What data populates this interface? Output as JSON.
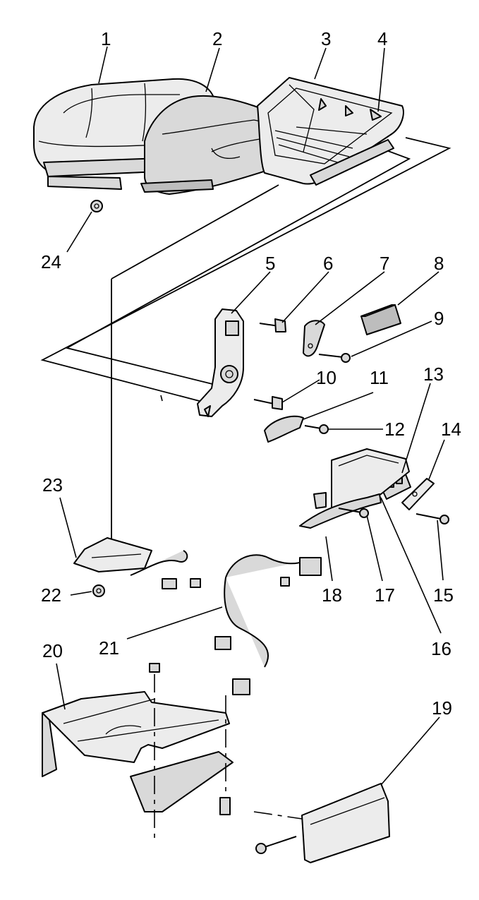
{
  "callouts": [
    {
      "id": "1",
      "text": "1"
    },
    {
      "id": "2",
      "text": "2"
    },
    {
      "id": "3",
      "text": "3"
    },
    {
      "id": "4",
      "text": "4"
    },
    {
      "id": "5",
      "text": "5"
    },
    {
      "id": "6",
      "text": "6"
    },
    {
      "id": "7",
      "text": "7"
    },
    {
      "id": "8",
      "text": "8"
    },
    {
      "id": "9",
      "text": "9"
    },
    {
      "id": "10",
      "text": "10"
    },
    {
      "id": "11",
      "text": "11"
    },
    {
      "id": "12",
      "text": "12"
    },
    {
      "id": "13",
      "text": "13"
    },
    {
      "id": "14",
      "text": "14"
    },
    {
      "id": "15",
      "text": "15"
    },
    {
      "id": "16",
      "text": "16"
    },
    {
      "id": "17",
      "text": "17"
    },
    {
      "id": "18",
      "text": "18"
    },
    {
      "id": "19",
      "text": "19"
    },
    {
      "id": "20",
      "text": "20"
    },
    {
      "id": "21",
      "text": "21"
    },
    {
      "id": "22",
      "text": "22"
    },
    {
      "id": "23",
      "text": "23"
    },
    {
      "id": "24",
      "text": "24"
    }
  ]
}
